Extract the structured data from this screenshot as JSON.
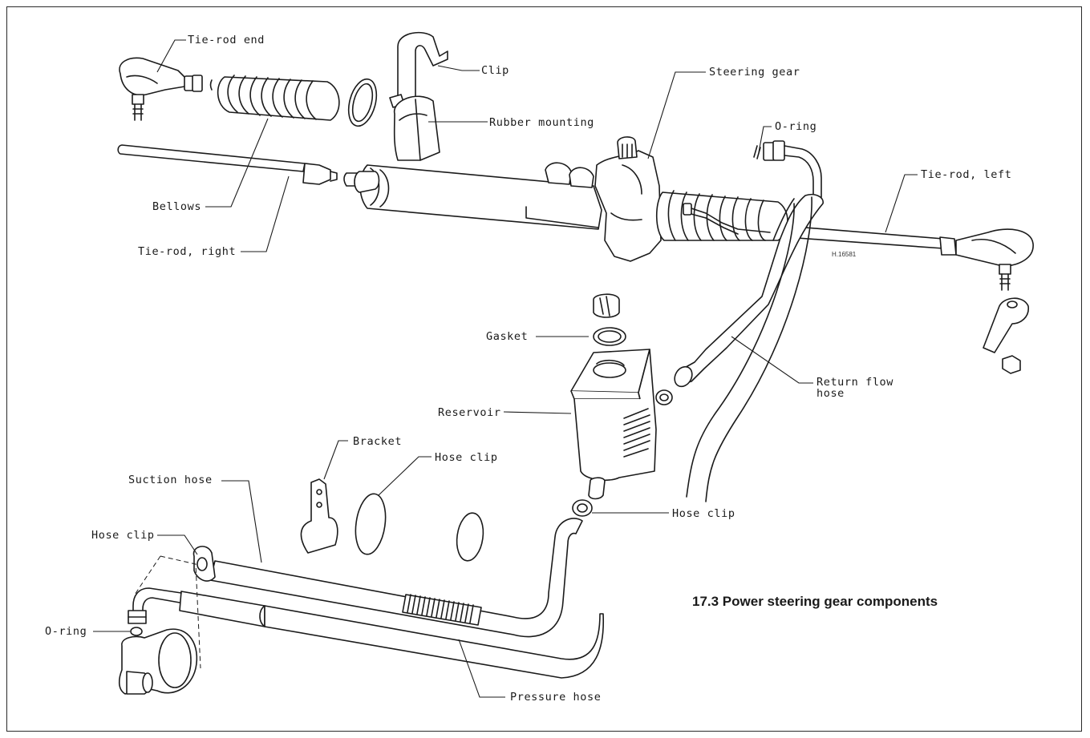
{
  "figure": {
    "caption": "17.3 Power steering gear components",
    "drawing_ref": "H.16581"
  },
  "labels": {
    "tie_rod_end": "Tie-rod end",
    "clip": "Clip",
    "rubber_mounting": "Rubber mounting",
    "steering_gear": "Steering gear",
    "o_ring_top": "O-ring",
    "tie_rod_left": "Tie-rod, left",
    "bellows": "Bellows",
    "tie_rod_right": "Tie-rod, right",
    "gasket": "Gasket",
    "return_flow_hose": "Return flow hose",
    "reservoir": "Reservoir",
    "bracket": "Bracket",
    "hose_clip_upper": "Hose clip",
    "suction_hose": "Suction hose",
    "hose_clip_right": "Hose clip",
    "hose_clip_left": "Hose clip",
    "o_ring_bottom": "O-ring",
    "pressure_hose": "Pressure hose"
  }
}
